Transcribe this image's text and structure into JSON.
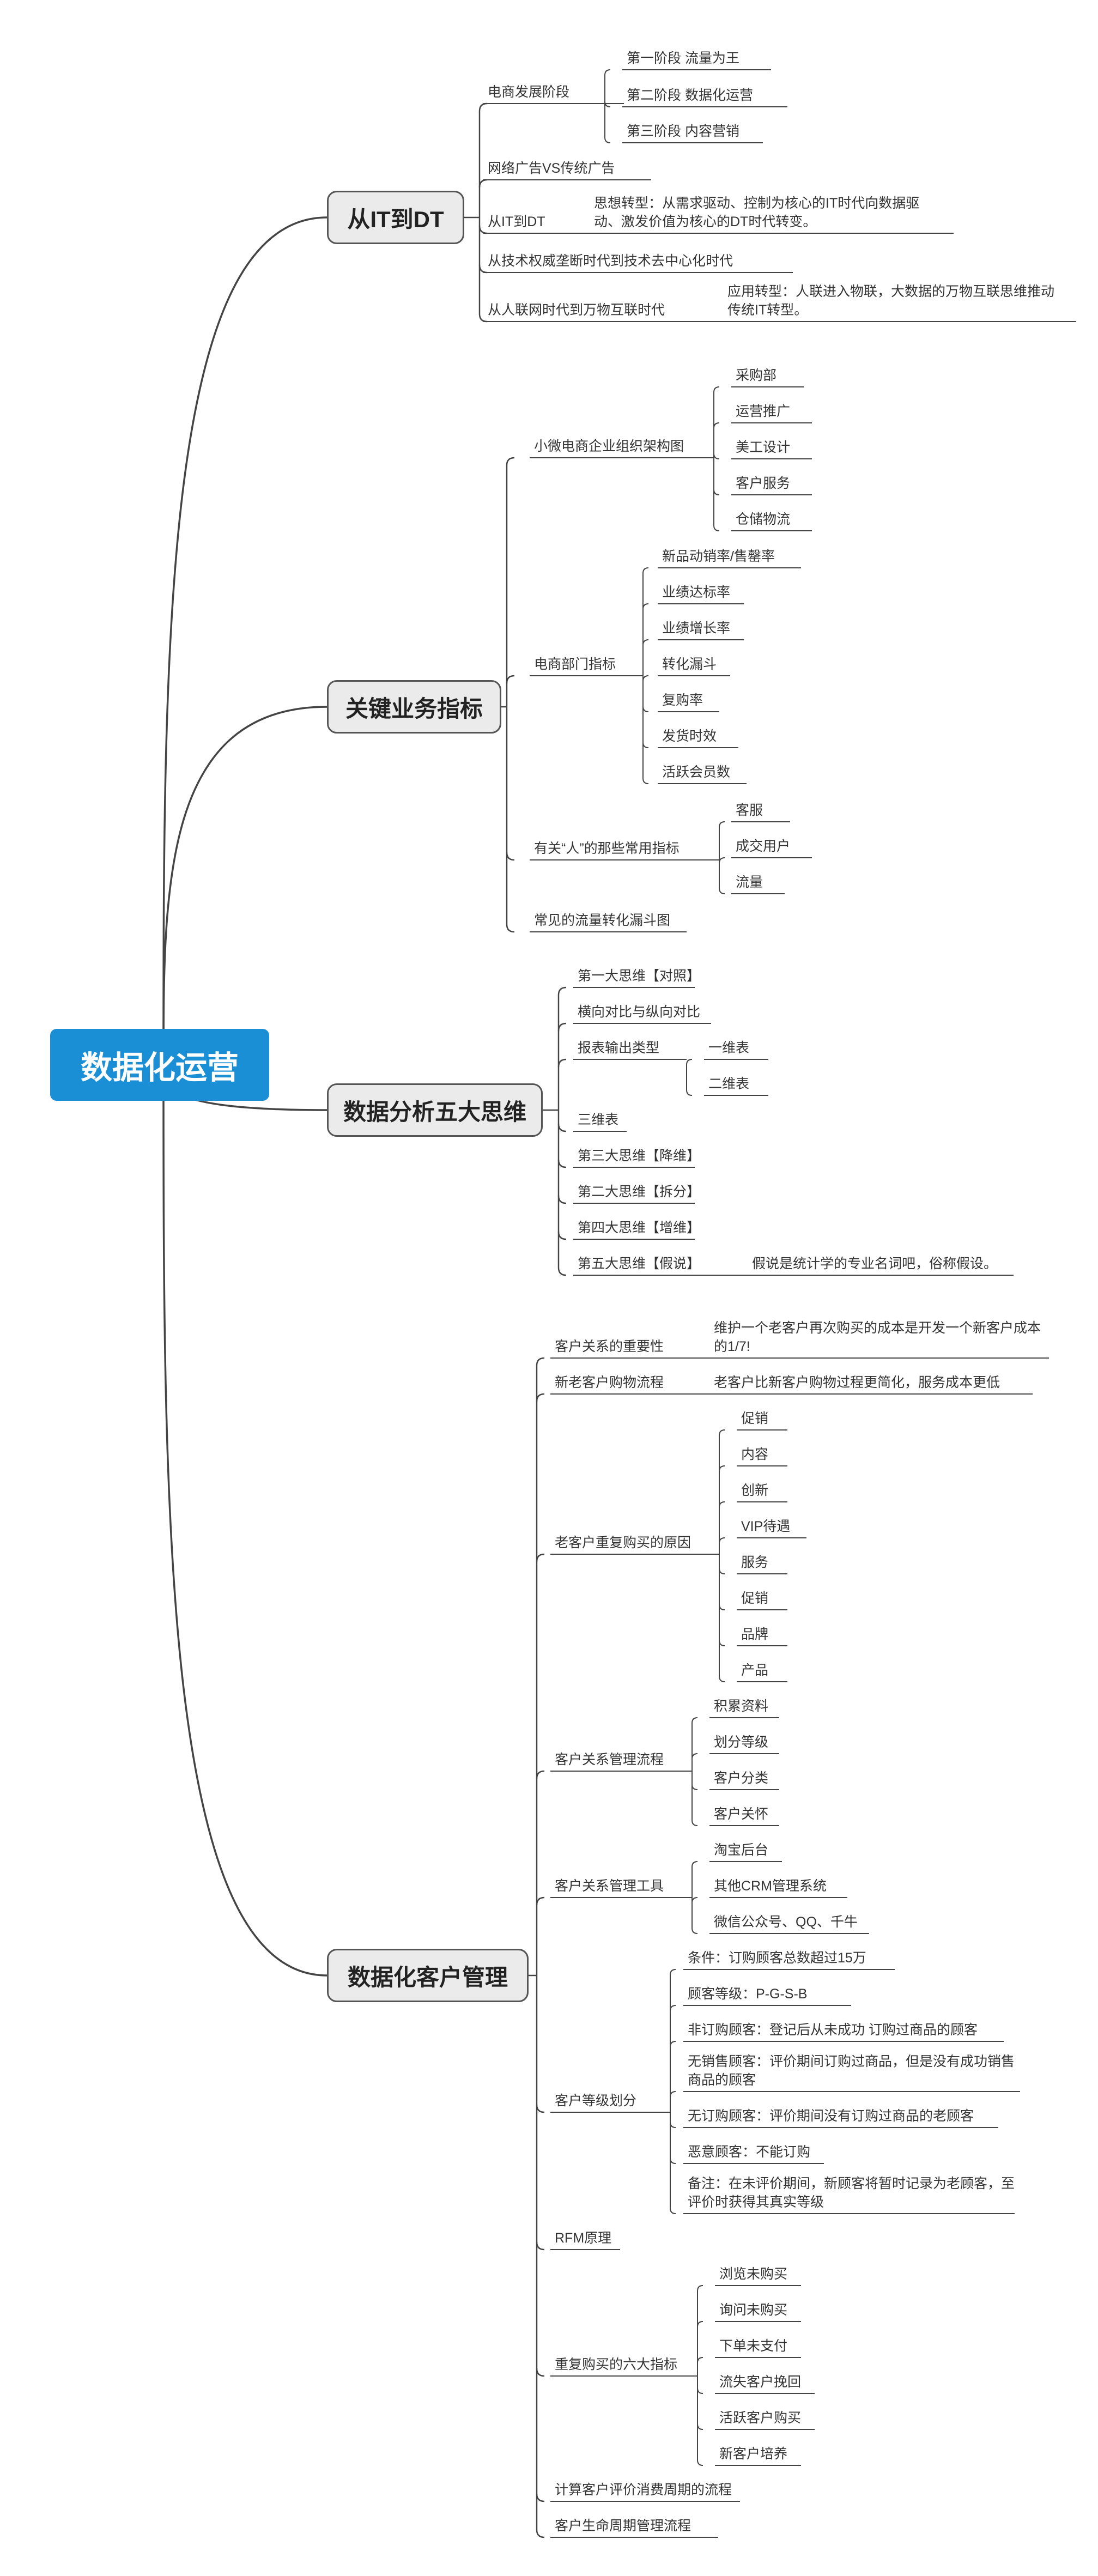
{
  "root": "数据化运营",
  "branches": [
    {
      "label": "从IT到DT",
      "children": [
        {
          "label": "电商发展阶段",
          "children": [
            "第一阶段  流量为王",
            "第二阶段  数据化运营",
            "第三阶段  内容营销"
          ]
        },
        {
          "label": "网络广告VS传统广告"
        },
        {
          "label": "从IT到DT",
          "children": [
            "思想转型：从需求驱动、控制为核心的IT时代向数据驱动、激发价值为核心的DT时代转变。"
          ]
        },
        {
          "label": "从技术权威垄断时代到技术去中心化时代"
        },
        {
          "label": "从人联网时代到万物互联时代",
          "children": [
            "应用转型：人联进入物联，大数据的万物互联思维推动传统IT转型。"
          ]
        }
      ]
    },
    {
      "label": "关键业务指标",
      "children": [
        {
          "label": "小微电商企业组织架构图",
          "children": [
            "采购部",
            "运营推广",
            "美工设计",
            "客户服务",
            "仓储物流"
          ]
        },
        {
          "label": "电商部门指标",
          "children": [
            "新品动销率/售罄率",
            "业绩达标率",
            "业绩增长率",
            "转化漏斗",
            "复购率",
            "发货时效",
            "活跃会员数"
          ]
        },
        {
          "label": "有关“人”的那些常用指标",
          "children": [
            "客服",
            "成交用户",
            "流量"
          ]
        },
        {
          "label": "常见的流量转化漏斗图"
        }
      ]
    },
    {
      "label": "数据分析五大思维",
      "children": [
        {
          "label": "第一大思维【对照】"
        },
        {
          "label": "横向对比与纵向对比"
        },
        {
          "label": "报表输出类型",
          "children": [
            "一维表",
            "二维表"
          ]
        },
        {
          "label": "三维表"
        },
        {
          "label": "第三大思维【降维】"
        },
        {
          "label": "第二大思维【拆分】"
        },
        {
          "label": "第四大思维【增维】"
        },
        {
          "label": "第五大思维【假说】",
          "children": [
            "假说是统计学的专业名词吧，俗称假设。"
          ]
        }
      ]
    },
    {
      "label": "数据化客户管理",
      "children": [
        {
          "label": "客户关系的重要性",
          "children": [
            "维护一个老客户再次购买的成本是开发一个新客户成本的1/7!"
          ]
        },
        {
          "label": "新老客户购物流程",
          "children": [
            "老客户比新客户购物过程更简化，服务成本更低"
          ]
        },
        {
          "label": "老客户重复购买的原因",
          "children": [
            "促销",
            "内容",
            "创新",
            "VIP待遇",
            "服务",
            "促销",
            "品牌",
            "产品"
          ]
        },
        {
          "label": "客户关系管理流程",
          "children": [
            "积累资料",
            "划分等级",
            "客户分类",
            "客户关怀"
          ]
        },
        {
          "label": "客户关系管理工具",
          "children": [
            "淘宝后台",
            "其他CRM管理系统",
            "微信公众号、QQ、千牛"
          ]
        },
        {
          "label": "客户等级划分",
          "children": [
            "条件：订购顾客总数超过15万",
            "顾客等级：P-G-S-B",
            "非订购顾客：登记后从未成功  订购过商品的顾客",
            "无销售顾客：评价期间订购过商品，但是没有成功销售商品的顾客",
            "无订购顾客：评价期间没有订购过商品的老顾客",
            "恶意顾客：不能订购",
            "备注：在未评价期间，新顾客将暂时记录为老顾客，至评价时获得其真实等级"
          ]
        },
        {
          "label": "RFM原理"
        },
        {
          "label": "重复购买的六大指标",
          "children": [
            "浏览未购买",
            "询问未购买",
            "下单未支付",
            "流失客户挽回",
            "活跃客户购买",
            "新客户培养"
          ]
        },
        {
          "label": "计算客户评价消费周期的流程"
        },
        {
          "label": "客户生命周期管理流程"
        }
      ]
    }
  ],
  "colors": {
    "root_bg": "#1a8fd6",
    "node_bg": "#ebebeb",
    "line": "#444444"
  }
}
